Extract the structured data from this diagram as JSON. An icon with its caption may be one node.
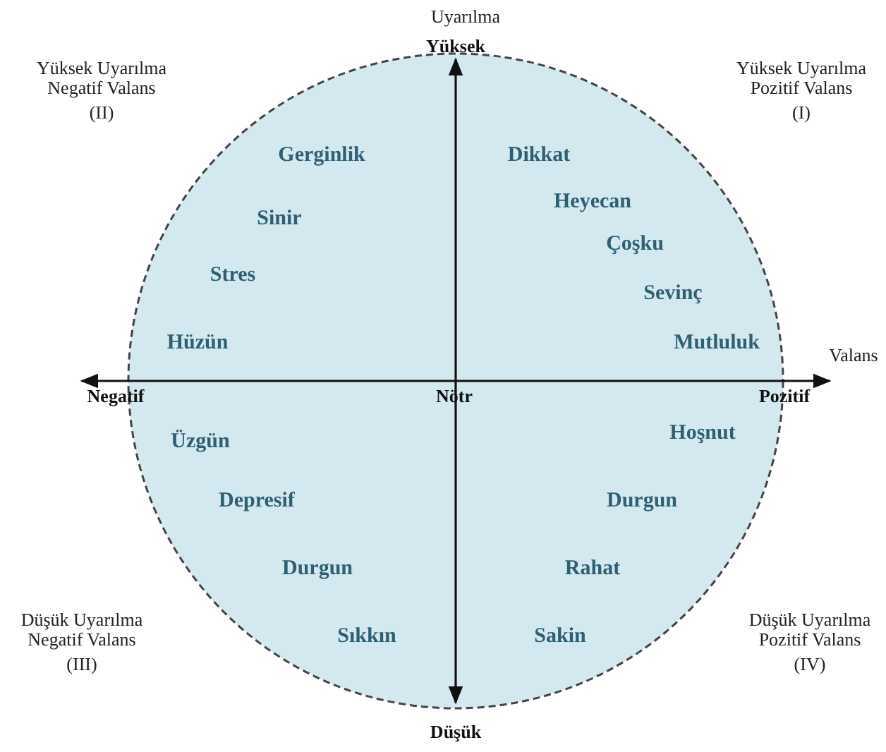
{
  "diagram": {
    "nodes": [
      {
        "text": [
          "Dikkat",
          "Heyecan",
          "Çoşku",
          "Sevinç",
          "Mutluluk",
          "Gerginlik",
          "Sinir",
          "Stres",
          "Hüzün",
          "Üzgün",
          "Depresif",
          "Durgun",
          "Sıkkın",
          "Hoşnut",
          "Durgun",
          "Rahat",
          "Sakin"
        ]
      }
    ],
    "labels": [
      "Uyarılma",
      "Yüksek",
      "Yüksek Uyarılma Negatif Valans",
      "(II)",
      "Yüksek Uyarılma Pozitif Valans",
      "(I)",
      "Valans",
      "Negatif",
      "Nötr",
      "Pozitif",
      "Düşük Uyarılma Negatif Valans",
      "(III)",
      "Düşük Uyarılma Pozitif Valans",
      "(IV)",
      "Düşük"
    ]
  }
}
